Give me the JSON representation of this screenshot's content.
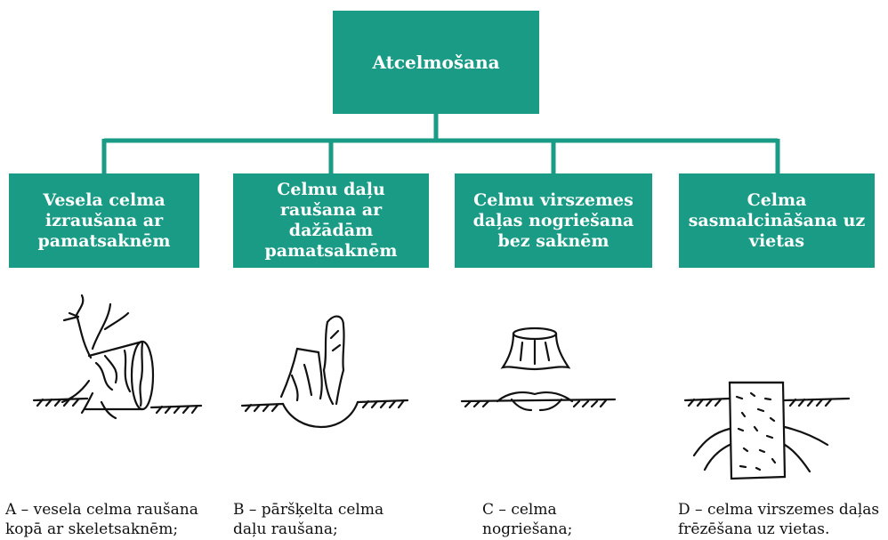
{
  "root": {
    "label": "Atcelmošana"
  },
  "methods": [
    {
      "label": "Vesela celma izraušana ar pamatsaknēm"
    },
    {
      "label": "Celmu daļu raušana ar dažādām pamatsaknēm"
    },
    {
      "label": "Celmu virszemes daļas nogriešana bez saknēm"
    },
    {
      "label": "Celma sasmalcināšana uz vietas"
    }
  ],
  "captions": [
    {
      "text": "A – vesela celma raušana\nkopā ar skeletsaknēm;"
    },
    {
      "text": "B – pāršķelta celma\ndaļu raušana;"
    },
    {
      "text": "C – celma\nnogriešana;"
    },
    {
      "text": "D – celma virszemes daļas\nfrēzēšana uz vietas."
    }
  ],
  "colors": {
    "box": "#1a9b85",
    "text": "#ffffff"
  }
}
